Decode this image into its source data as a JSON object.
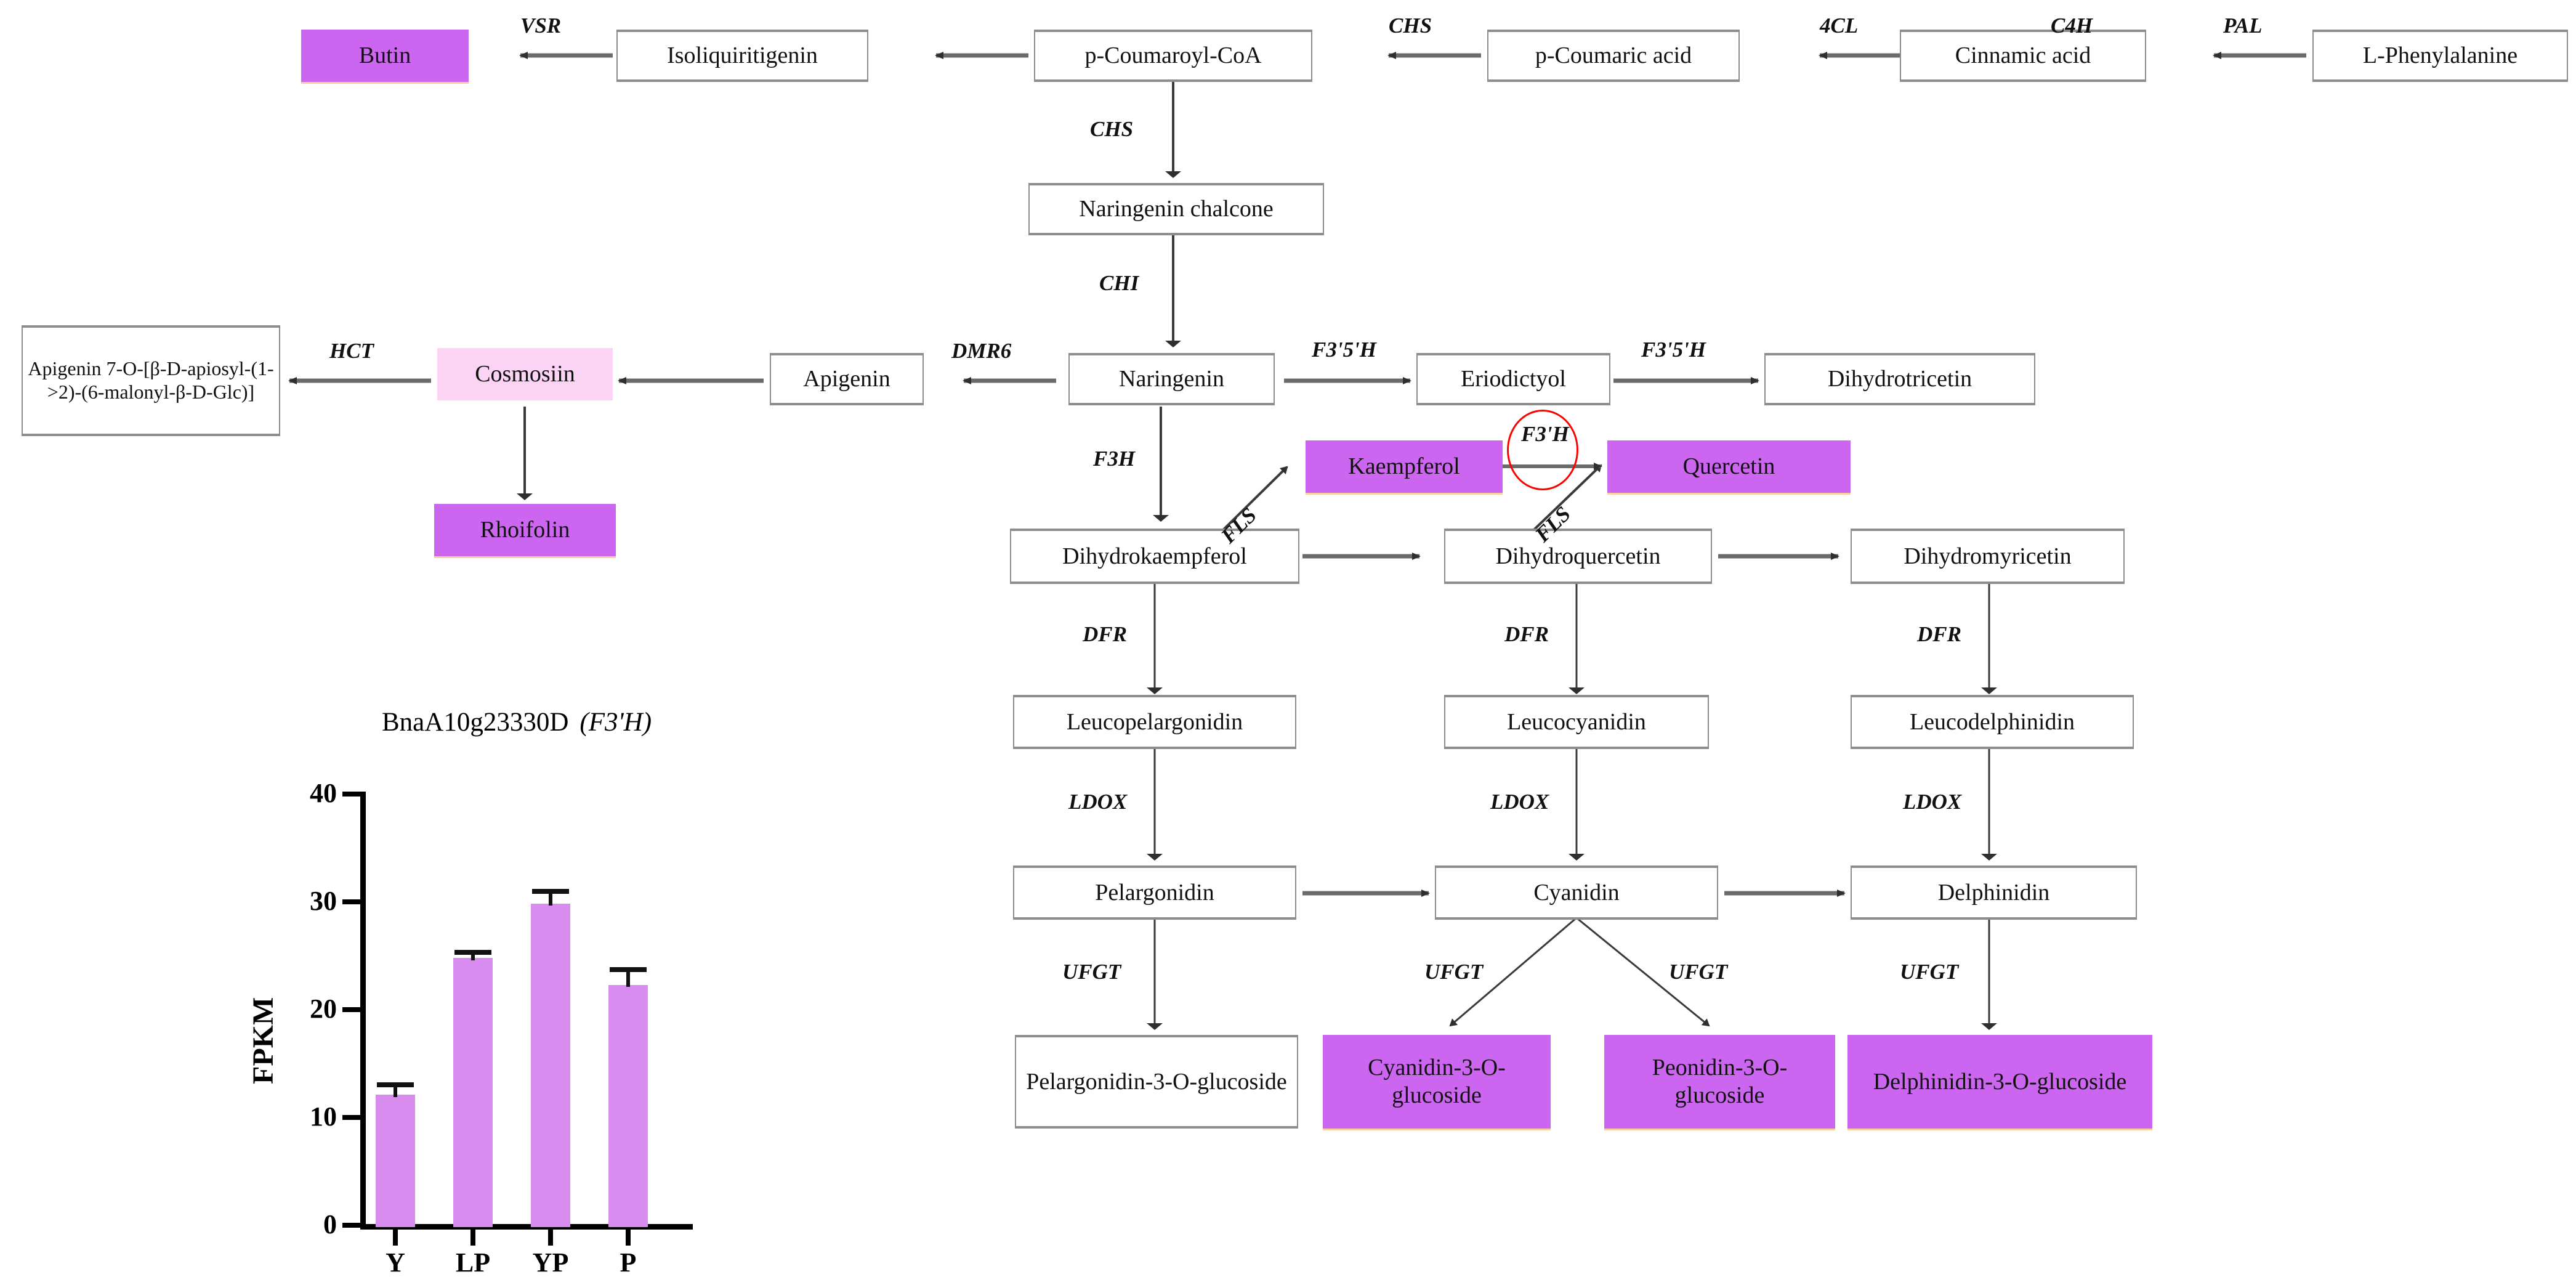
{
  "figure": {
    "type": "pathway-diagram-with-inset-barchart",
    "background": "#ffffff",
    "colors": {
      "highlight_purple": "#cc66f0",
      "highlight_pink": "#fbd4f5",
      "bar_fill": "#d98cf0",
      "box_border": "#8d8d8d",
      "annotation_red": "#ff0000",
      "text": "#111111"
    }
  },
  "nodes": {
    "butin": "Butin",
    "isoliquiritigenin": "Isoliquiritigenin",
    "p_coumaroyl_coa": "p-Coumaroyl-CoA",
    "p_coumaric_acid": "p-Coumaric acid",
    "cinnamic_acid": "Cinnamic acid",
    "l_phenylalanine": "L-Phenylalanine",
    "naringenin_chalcone": "Naringenin chalcone",
    "apigenin_conjugate": "Apigenin 7-O-[β-D-apiosyl-(1->2)-(6-malonyl-β-D-Glc)]",
    "cosmosiin": "Cosmosiin",
    "rhoifolin": "Rhoifolin",
    "apigenin": "Apigenin",
    "naringenin": "Naringenin",
    "eriodictyol": "Eriodictyol",
    "dihydrotricetin": "Dihydrotricetin",
    "kaempferol": "Kaempferol",
    "quercetin": "Quercetin",
    "dihydrokaempferol": "Dihydrokaempferol",
    "dihydroquercetin": "Dihydroquercetin",
    "dihydromyricetin": "Dihydromyricetin",
    "leucopelargonidin": "Leucopelargonidin",
    "leucocyanidin": "Leucocyanidin",
    "leucodelphinidin": "Leucodelphinidin",
    "pelargonidin": "Pelargonidin",
    "cyanidin": "Cyanidin",
    "delphinidin": "Delphinidin",
    "pelargonidin_3_o_glucoside": "Pelargonidin-3-O-glucoside",
    "cyanidin_3_o_glucoside": "Cyanidin-3-O-glucoside",
    "peonidin_3_o_glucoside": "Peonidin-3-O-glucoside",
    "delphinidin_3_o_glucoside": "Delphinidin-3-O-glucoside"
  },
  "enzymes": {
    "pal": "PAL",
    "c4h": "C4H",
    "cl4": "4CL",
    "chs_top": "CHS",
    "vsr": "VSR",
    "chs_down": "CHS",
    "chi": "CHI",
    "dmr6": "DMR6",
    "hct": "HCT",
    "f3p5ph_1": "F3'5'H",
    "f3p5ph_2": "F3'5'H",
    "f3h": "F3H",
    "fls_1": "FLS",
    "fls_2": "FLS",
    "f3ph": "F3'H",
    "dfr_1": "DFR",
    "dfr_2": "DFR",
    "dfr_3": "DFR",
    "ldox_1": "LDOX",
    "ldox_2": "LDOX",
    "ldox_3": "LDOX",
    "ufgt_1": "UFGT",
    "ufgt_2": "UFGT",
    "ufgt_3": "UFGT",
    "ufgt_4": "UFGT"
  },
  "annotations": {
    "highlighted_enzyme": "F3'H",
    "highlight_shape": "red-ellipse"
  },
  "chart_data": {
    "type": "bar",
    "title": "BnaA10g23330D",
    "title_gene": "(F3'H)",
    "categories": [
      "Y",
      "LP",
      "YP",
      "P"
    ],
    "values": [
      12.3,
      25.0,
      30.0,
      22.5
    ],
    "errors": [
      0.9,
      0.4,
      1.1,
      1.4
    ],
    "xlabel": "",
    "ylabel": "FPKM",
    "ylim": [
      0,
      40
    ],
    "yticks": [
      0,
      10,
      20,
      30,
      40
    ],
    "ytick_labels": [
      "0",
      "10",
      "20",
      "30",
      "40"
    ],
    "grid": false,
    "legend": false,
    "series": [
      {
        "name": "FPKM",
        "values": [
          12.3,
          25.0,
          30.0,
          22.5
        ]
      }
    ]
  }
}
